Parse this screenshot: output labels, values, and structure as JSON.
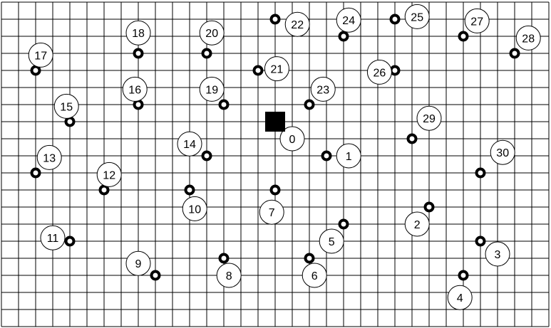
{
  "colors": {
    "background": "#ffffff",
    "grid": "#000000",
    "marker": "#000000",
    "label_circle": "#ffffff"
  },
  "grid": {
    "columns": 32,
    "rows": 19
  },
  "start": {
    "icon": "black-square",
    "col": 16,
    "row": 7
  },
  "labels": [
    {
      "text": "0",
      "col": 17,
      "row": 8
    },
    {
      "text": "1",
      "col": 20.3,
      "row": 9
    },
    {
      "text": "2",
      "col": 24.3,
      "row": 13
    },
    {
      "text": "3",
      "col": 29,
      "row": 14.75
    },
    {
      "text": "4",
      "col": 26.8,
      "row": 17.3
    },
    {
      "text": "5",
      "col": 19.3,
      "row": 14
    },
    {
      "text": "6",
      "col": 18.3,
      "row": 16
    },
    {
      "text": "7",
      "col": 15.8,
      "row": 12.3
    },
    {
      "text": "8",
      "col": 13.3,
      "row": 16
    },
    {
      "text": "9",
      "col": 8,
      "row": 15.3
    },
    {
      "text": "10",
      "col": 11.3,
      "row": 12.1
    },
    {
      "text": "11",
      "col": 3,
      "row": 13.8
    },
    {
      "text": "12",
      "col": 6.3,
      "row": 10.1
    },
    {
      "text": "13",
      "col": 2.8,
      "row": 9.1
    },
    {
      "text": "14",
      "col": 11,
      "row": 8.3
    },
    {
      "text": "15",
      "col": 3.8,
      "row": 6.1
    },
    {
      "text": "16",
      "col": 7.8,
      "row": 5.1
    },
    {
      "text": "17",
      "col": 2.3,
      "row": 3.1
    },
    {
      "text": "18",
      "col": 8,
      "row": 1.8
    },
    {
      "text": "19",
      "col": 12.3,
      "row": 5.1
    },
    {
      "text": "20",
      "col": 12.3,
      "row": 1.8
    },
    {
      "text": "21",
      "col": 16.1,
      "row": 3.9
    },
    {
      "text": "22",
      "col": 17.3,
      "row": 1.3
    },
    {
      "text": "23",
      "col": 18.8,
      "row": 5.1
    },
    {
      "text": "24",
      "col": 20.3,
      "row": 1.05
    },
    {
      "text": "25",
      "col": 24.3,
      "row": 0.85
    },
    {
      "text": "26",
      "col": 22.1,
      "row": 4.1
    },
    {
      "text": "27",
      "col": 27.8,
      "row": 1.1
    },
    {
      "text": "28",
      "col": 30.8,
      "row": 2.1
    },
    {
      "text": "29",
      "col": 25,
      "row": 6.8
    },
    {
      "text": "30",
      "col": 29.3,
      "row": 8.8
    }
  ],
  "markers": [
    {
      "col": 19,
      "row": 9
    },
    {
      "col": 25,
      "row": 12
    },
    {
      "col": 28,
      "row": 14
    },
    {
      "col": 27,
      "row": 16
    },
    {
      "col": 20,
      "row": 13
    },
    {
      "col": 18,
      "row": 15
    },
    {
      "col": 16,
      "row": 11
    },
    {
      "col": 13,
      "row": 15
    },
    {
      "col": 9,
      "row": 16
    },
    {
      "col": 11,
      "row": 11
    },
    {
      "col": 4,
      "row": 14
    },
    {
      "col": 6,
      "row": 11
    },
    {
      "col": 2,
      "row": 10
    },
    {
      "col": 12,
      "row": 9
    },
    {
      "col": 4,
      "row": 7
    },
    {
      "col": 8,
      "row": 6
    },
    {
      "col": 2,
      "row": 4
    },
    {
      "col": 8,
      "row": 3
    },
    {
      "col": 13,
      "row": 6
    },
    {
      "col": 12,
      "row": 3
    },
    {
      "col": 15,
      "row": 4
    },
    {
      "col": 16,
      "row": 1
    },
    {
      "col": 18,
      "row": 6
    },
    {
      "col": 20,
      "row": 2
    },
    {
      "col": 23,
      "row": 1
    },
    {
      "col": 23,
      "row": 4
    },
    {
      "col": 27,
      "row": 2
    },
    {
      "col": 30,
      "row": 3
    },
    {
      "col": 24,
      "row": 8
    },
    {
      "col": 28,
      "row": 10
    }
  ]
}
